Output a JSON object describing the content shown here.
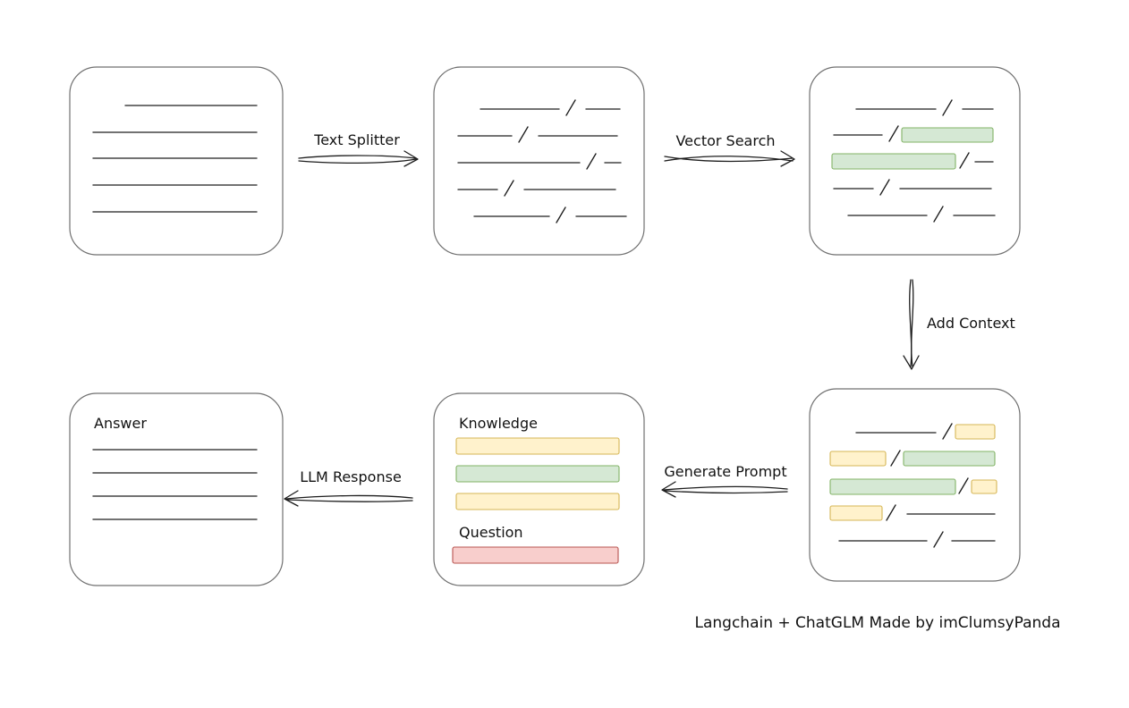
{
  "labels": {
    "text_splitter": "Text Splitter",
    "vector_search": "Vector Search",
    "add_context": "Add Context",
    "generate_prompt": "Generate Prompt",
    "llm_response": "LLM Response"
  },
  "nodes": {
    "prompt": {
      "knowledge": "Knowledge",
      "question": "Question"
    },
    "answer": {
      "title": "Answer"
    }
  },
  "caption": "Langchain + ChatGLM Made by imClumsyPanda",
  "colors": {
    "ink": "#1d1d1d",
    "box_stroke": "#707070",
    "green_fill": "#d5e8d4",
    "green_stroke": "#82b366",
    "yellow_fill": "#fff2cc",
    "yellow_stroke": "#d6b656",
    "red_fill": "#f8cecc",
    "red_stroke": "#b85450"
  }
}
